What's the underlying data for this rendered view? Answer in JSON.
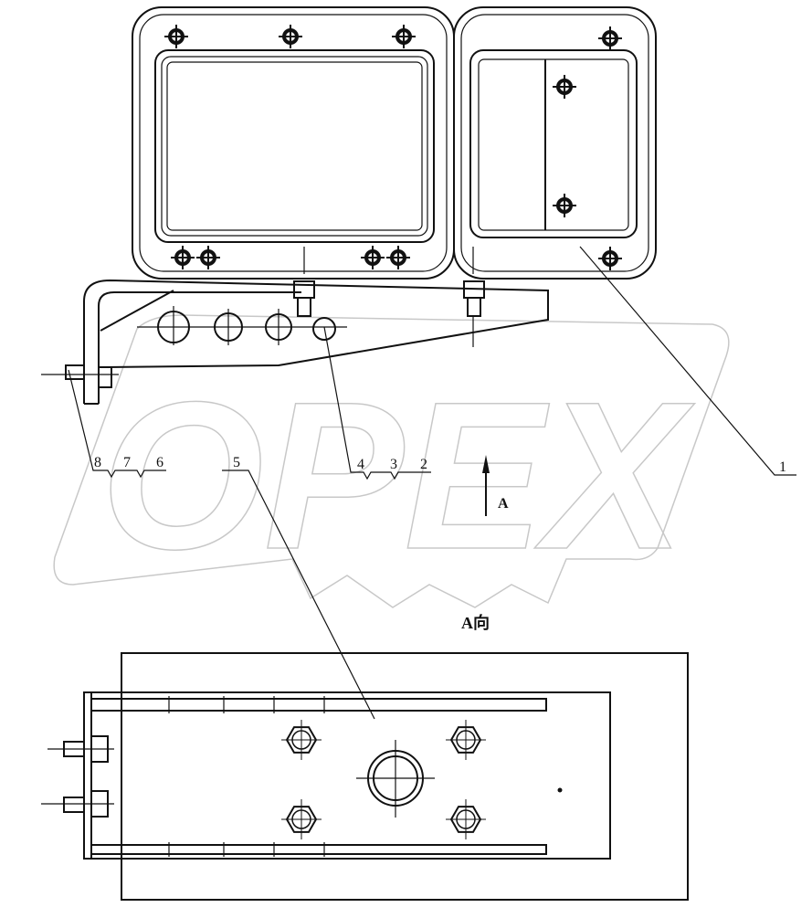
{
  "watermark": {
    "logo_text": "OPEX",
    "color": "#c8c8c8"
  },
  "labels": {
    "part_1": "1",
    "part_2": "2",
    "part_3": "3",
    "part_4": "4",
    "part_5": "5",
    "part_6": "6",
    "part_7": "7",
    "part_8": "8",
    "view_arrow": "A",
    "view_title": "A向"
  },
  "line_color": "#111111"
}
